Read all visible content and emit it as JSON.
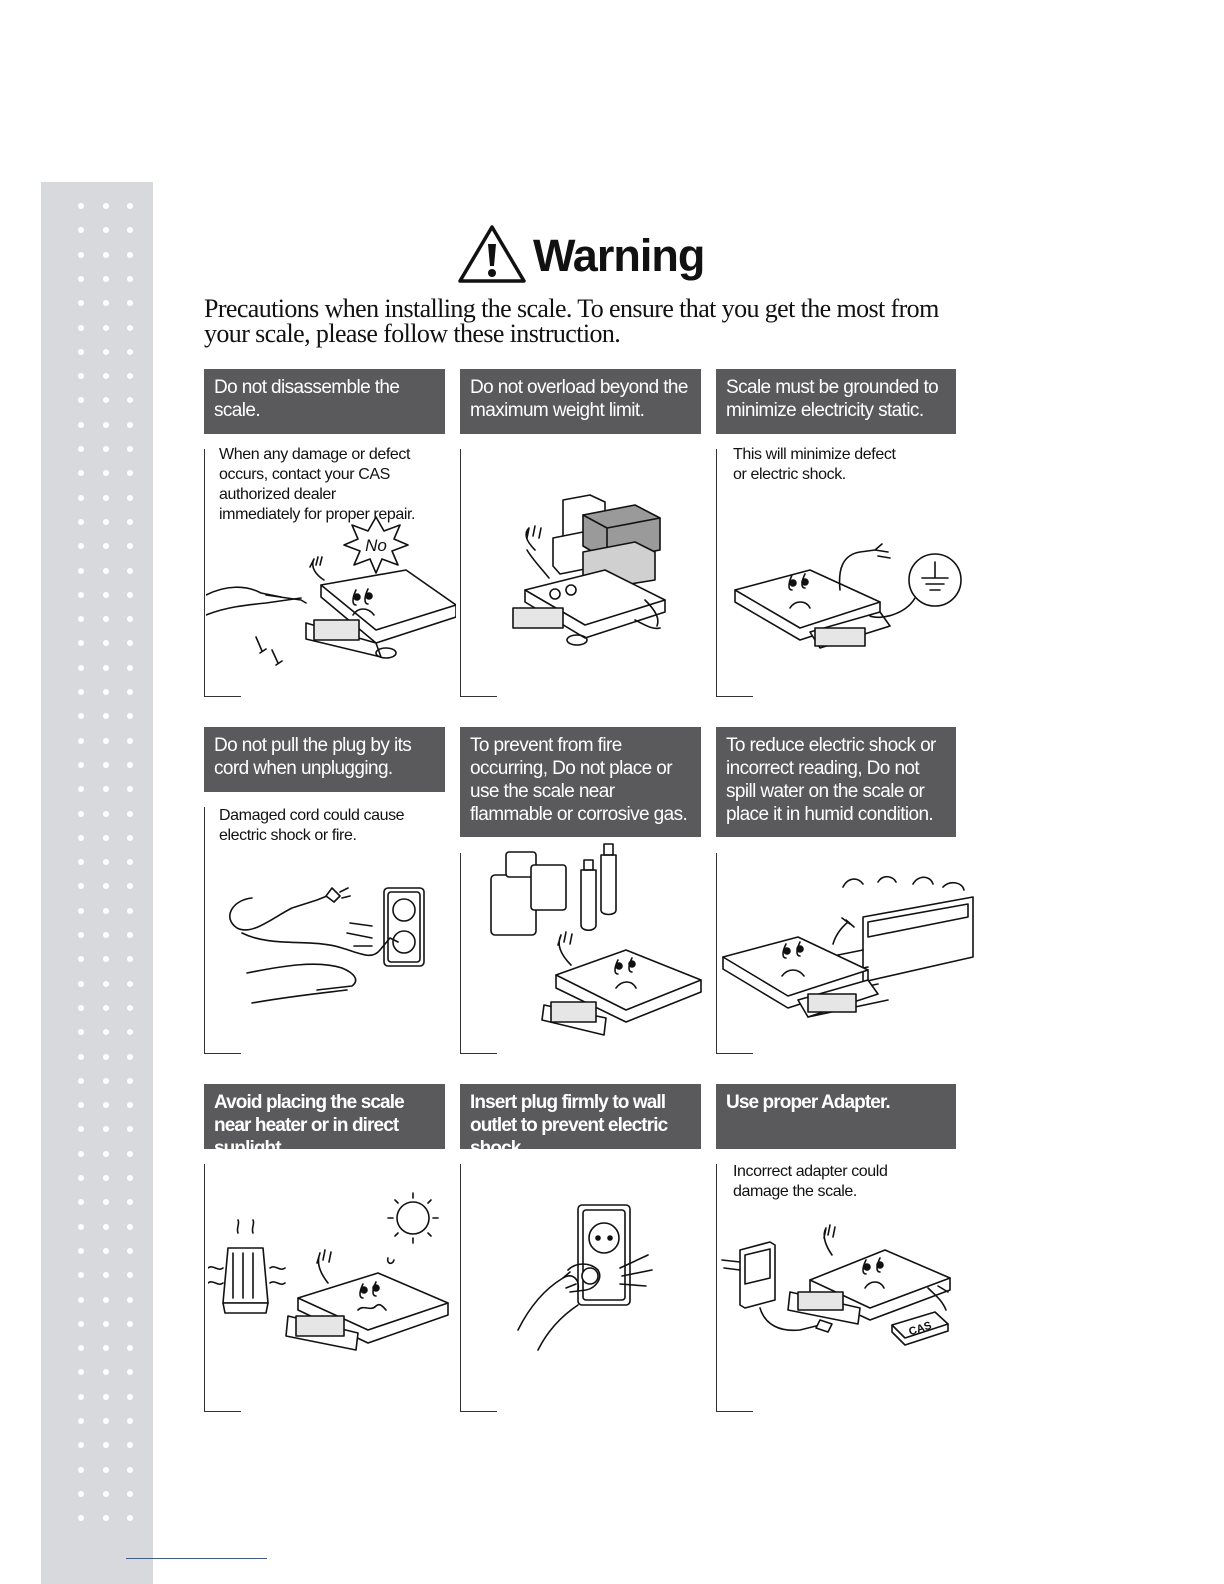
{
  "title": "Warning",
  "intro": "Precautions when installing the scale. To ensure that you get the most from your scale, please follow these instruction.",
  "panels": [
    {
      "header": "Do not disassemble the scale.",
      "body": "When any damage or defect occurs, contact your CAS authorized dealer immediately for proper repair.",
      "illus_text": "No",
      "icon": "disassemble-illustration"
    },
    {
      "header": "Do not overload beyond the maximum weight limit.",
      "body": "",
      "icon": "overload-illustration"
    },
    {
      "header": "Scale must be grounded to minimize electricity static.",
      "body": "This will minimize defect or electric shock.",
      "icon": "ground-illustration"
    },
    {
      "header": "Do not pull the plug by its cord when unplugging.",
      "body": "Damaged cord could cause electric shock or fire.",
      "icon": "unplug-illustration"
    },
    {
      "header": "To prevent from fire occurring, Do not place or use the scale near flammable or corrosive gas.",
      "body": "",
      "icon": "flammable-illustration"
    },
    {
      "header": "To reduce electric shock or incorrect reading, Do not spill water on the scale or place it in humid condition.",
      "body": "",
      "icon": "water-illustration"
    },
    {
      "header": "Avoid placing the scale near heater or in direct sunlight.",
      "body": "",
      "icon": "heater-illustration"
    },
    {
      "header": "Insert plug firmly to wall outlet to prevent electric shock.",
      "body": "",
      "icon": "outlet-illustration"
    },
    {
      "header": "Use proper Adapter.",
      "body": "Incorrect adapter could damage the scale.",
      "illus_text": "CAS",
      "icon": "adapter-illustration"
    }
  ]
}
